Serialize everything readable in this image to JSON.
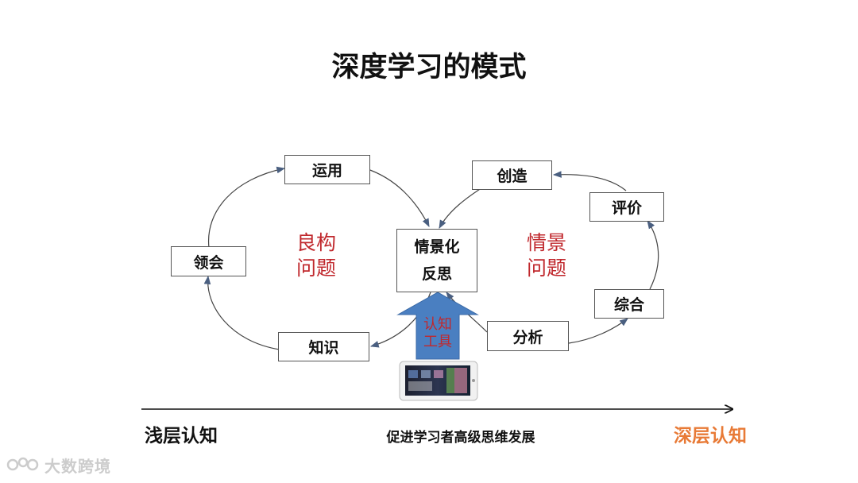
{
  "title": "深度学习的模式",
  "left_loop": {
    "label_line1": "良构",
    "label_line2": "问题",
    "nodes": {
      "apply": "运用",
      "understand": "领会",
      "knowledge": "知识"
    }
  },
  "right_loop": {
    "label_line1": "情景",
    "label_line2": "问题",
    "nodes": {
      "create": "创造",
      "evaluate": "评价",
      "synthesize": "综合",
      "analyze": "分析"
    }
  },
  "center": {
    "line1": "情景化",
    "line2": "反思"
  },
  "cognitive_tool": {
    "line1": "认知",
    "line2": "工具"
  },
  "axis": {
    "left_label": "浅层认知",
    "center_label": "促进学习者高级思维发展",
    "right_label": "深层认知"
  },
  "watermark": {
    "text": "大数跨境"
  },
  "colors": {
    "accent_red": "#c0282d",
    "accent_orange": "#e87a36",
    "arrow_blue": "#4a7fc1",
    "line_gray": "#555555"
  }
}
